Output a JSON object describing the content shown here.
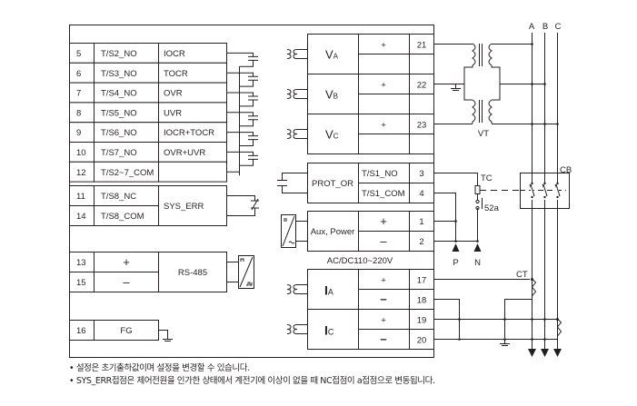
{
  "diagram": {
    "title": "Relay terminal wiring diagram",
    "output_contacts": [
      {
        "terminal": "5",
        "signal": "T/S2_NO",
        "function": "IOCR"
      },
      {
        "terminal": "6",
        "signal": "T/S3_NO",
        "function": "TOCR"
      },
      {
        "terminal": "7",
        "signal": "T/S4_NO",
        "function": "OVR"
      },
      {
        "terminal": "8",
        "signal": "T/S5_NO",
        "function": "UVR"
      },
      {
        "terminal": "9",
        "signal": "T/S6_NO",
        "function": "IOCR+TOCR"
      },
      {
        "terminal": "10",
        "signal": "T/S7_NO",
        "function": "OVR+UVR"
      },
      {
        "terminal": "12",
        "signal": "T/S2~7_COM",
        "function": ""
      }
    ],
    "sys_err": {
      "function": "SYS_ERR",
      "rows": [
        {
          "terminal": "11",
          "signal": "T/S8_NC"
        },
        {
          "terminal": "14",
          "signal": "T/S8_COM"
        }
      ]
    },
    "rs485": {
      "function": "RS-485",
      "rows": [
        {
          "terminal": "13",
          "signal": "+"
        },
        {
          "terminal": "15",
          "signal": "–"
        }
      ]
    },
    "fg": {
      "terminal": "16",
      "signal": "FG"
    },
    "voltage_inputs": [
      {
        "label": "V",
        "sub": "A",
        "polarity": "+",
        "terminal": "21"
      },
      {
        "label": "V",
        "sub": "B",
        "polarity": "+",
        "terminal": "22"
      },
      {
        "label": "V",
        "sub": "C",
        "polarity": "+",
        "terminal": "23"
      }
    ],
    "prot_or": {
      "function": "PROT_OR",
      "rows": [
        {
          "signal": "T/S1_NO",
          "terminal": "3"
        },
        {
          "signal": "T/S1_COM",
          "terminal": "4"
        }
      ]
    },
    "aux_power": {
      "function": "Aux, Power",
      "rows": [
        {
          "polarity": "+",
          "terminal": "1"
        },
        {
          "polarity": "–",
          "terminal": "2"
        }
      ],
      "rating": "AC/DC110~220V"
    },
    "current_inputs": [
      {
        "label": "I",
        "sub": "A",
        "rows": [
          {
            "polarity": "+",
            "terminal": "17"
          },
          {
            "polarity": "–",
            "terminal": "18"
          }
        ]
      },
      {
        "label": "I",
        "sub": "C",
        "rows": [
          {
            "polarity": "+",
            "terminal": "19"
          },
          {
            "polarity": "–",
            "terminal": "20"
          }
        ]
      }
    ],
    "external": {
      "phases": [
        "A",
        "B",
        "C"
      ],
      "vt_label": "VT",
      "ct_label": "CT",
      "cb_label": "CB",
      "tc_label": "TC",
      "aux_contact_label": "52a",
      "supply_p": "P",
      "supply_n": "N"
    }
  },
  "notes": [
    "설정은 초기출하값이며 설정을 변경할 수 있습니다.",
    "SYS_ERR접점은 제어전원을 인가한 상태에서 계전기에 이상이 없을 때 NC접점이 a접점으로 변동됩니다."
  ]
}
